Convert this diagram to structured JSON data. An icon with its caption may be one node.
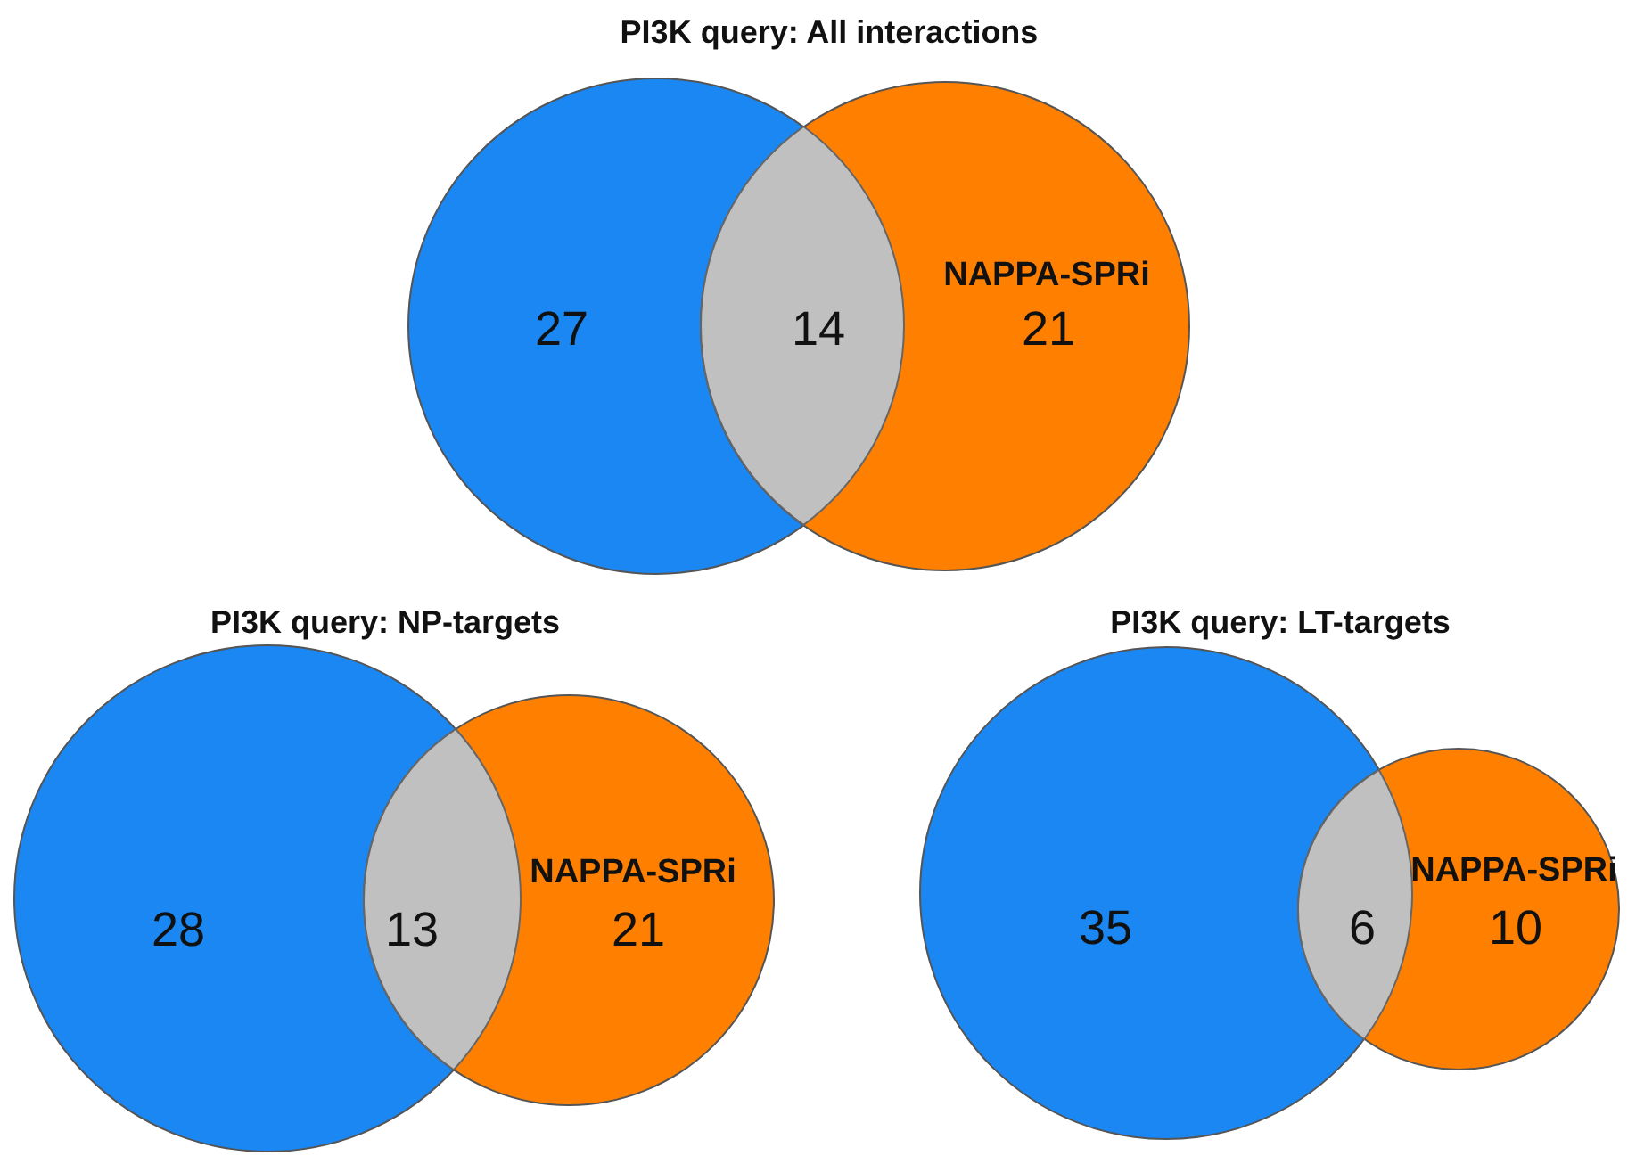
{
  "diagram": {
    "nodes": [
      {
        "text": [
          "27"
        ]
      },
      {
        "text": [
          "14"
        ]
      },
      {
        "text": [
          "NAPPA-SPRi",
          "21"
        ]
      },
      {
        "text": [
          "28"
        ]
      },
      {
        "text": [
          "13"
        ]
      },
      {
        "text": [
          "NAPPA-SPRi",
          "21"
        ]
      },
      {
        "text": [
          "35"
        ]
      },
      {
        "text": [
          "6"
        ]
      },
      {
        "text": [
          "NAPPA-SPRi",
          "10"
        ]
      }
    ],
    "labels": [
      "PI3K query: All interactions",
      "PI3K query: NP-targets",
      "PI3K query: LT-targets"
    ]
  }
}
